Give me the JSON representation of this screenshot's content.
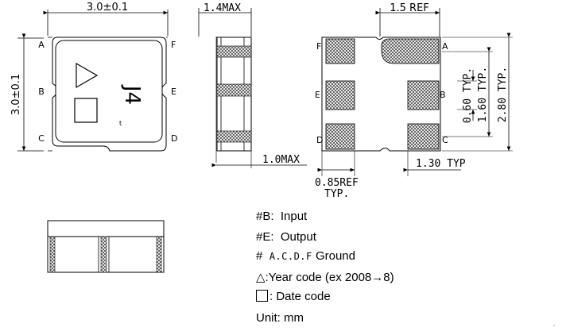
{
  "top_view": {
    "width_dim": "3.0±0.1",
    "height_dim": "3.0±0.1",
    "pins_left": [
      "A",
      "B",
      "C"
    ],
    "pins_right": [
      "F",
      "E",
      "D"
    ],
    "marking": "J4",
    "marking_small": "t"
  },
  "side_view": {
    "height_dim": "1.4MAX",
    "bottom_dim": "1.0MAX"
  },
  "bottom_view": {
    "top_dim": "1.5 REF",
    "pins_left": [
      "F",
      "E",
      "D"
    ],
    "pins_right": [
      "A",
      "B",
      "C"
    ],
    "dim_060": "0.60 TYP.",
    "dim_160": "1.60 TYP.",
    "dim_280": "2.80 TYP.",
    "dim_085": "0.85REF",
    "dim_085_sub": "TYP.",
    "dim_130": "1.30 TYP"
  },
  "legend": {
    "b_pin": "#B:",
    "b_label": "Input",
    "e_pin": "#E:",
    "e_label": "Output",
    "gnd_hash": "#",
    "gnd_pins": "A.C.D.F",
    "gnd_label": "Ground",
    "year_symbol": "△",
    "year_text": ":Year code (ex 2008→8)",
    "date_text": ": Date code",
    "unit_text": "Unit: mm"
  }
}
